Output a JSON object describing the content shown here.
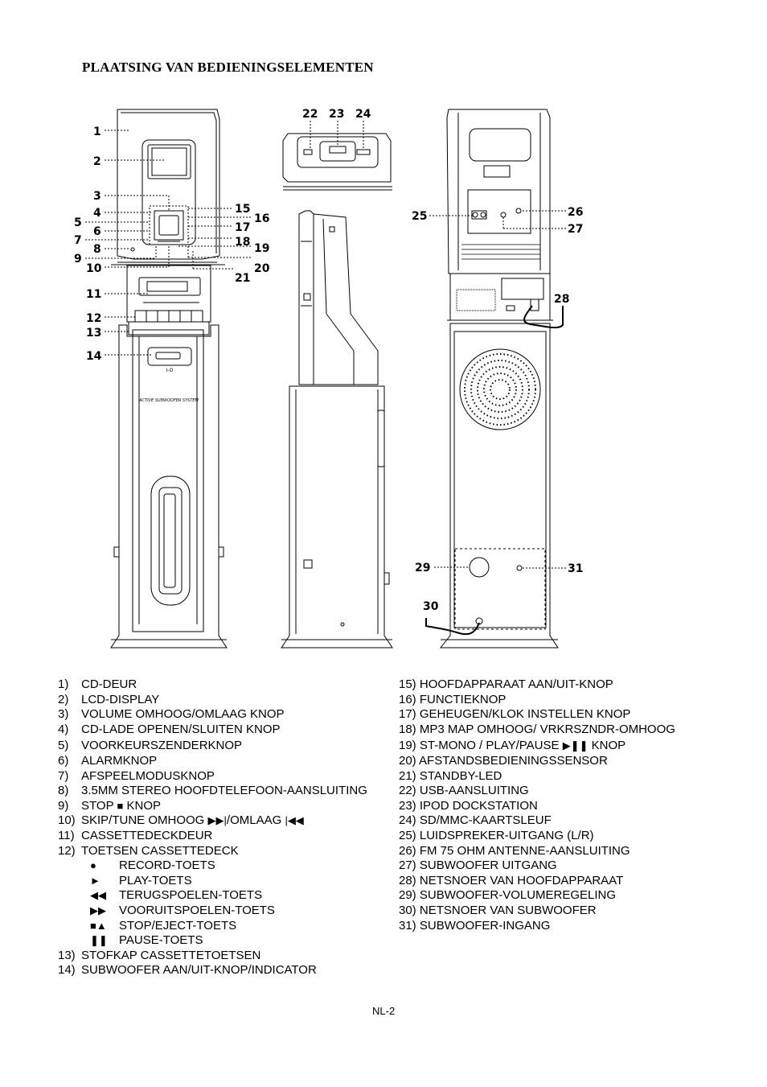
{
  "title": "PLAATSING VAN BEDIENINGSELEMENTEN",
  "callouts": [
    "1",
    "2",
    "3",
    "4",
    "5",
    "6",
    "7",
    "8",
    "9",
    "10",
    "11",
    "12",
    "13",
    "14",
    "15",
    "16",
    "17",
    "18",
    "19",
    "20",
    "21",
    "22",
    "23",
    "24",
    "25",
    "26",
    "27",
    "28",
    "29",
    "30",
    "31"
  ],
  "front_label_text": "ACTIVE SUBWOOFER SYSTEM",
  "front_switch_text": "I-O",
  "left_list": [
    {
      "num": "1)",
      "text": "CD-DEUR"
    },
    {
      "num": "2)",
      "text": "LCD-DISPLAY"
    },
    {
      "num": "3)",
      "text": "VOLUME OMHOOG/OMLAAG KNOP"
    },
    {
      "num": "4)",
      "text": "CD-LADE OPENEN/SLUITEN KNOP"
    },
    {
      "num": "5)",
      "text": "VOORKEURSZENDERKNOP"
    },
    {
      "num": "6)",
      "text": "ALARMKNOP"
    },
    {
      "num": "7)",
      "text": "AFSPEELMODUSKNOP"
    },
    {
      "num": "8)",
      "text": "3.5MM STEREO HOOFDTELEFOON-AANSLUITING"
    },
    {
      "num": "9)",
      "text": "STOP",
      "icon": "■",
      "text2": "KNOP"
    },
    {
      "num": "10)",
      "text": "SKIP/TUNE OMHOOG",
      "icon": "▶▶|",
      "text2": "/OMLAAG",
      "icon2": "|◀◀"
    },
    {
      "num": "11)",
      "text": "CASSETTEDECKDEUR"
    },
    {
      "num": "12)",
      "text": "TOETSEN CASSETTEDECK"
    }
  ],
  "cassette_keys": [
    {
      "symbol": "●",
      "text": "RECORD-TOETS"
    },
    {
      "symbol": "►",
      "text": "PLAY-TOETS"
    },
    {
      "symbol": "◀◀",
      "text": "TERUGSPOELEN-TOETS"
    },
    {
      "symbol": "▶▶",
      "text": "VOORUITSPOELEN-TOETS"
    },
    {
      "symbol": "■▲",
      "text": "STOP/EJECT-TOETS"
    },
    {
      "symbol": "❚❚",
      "text": "PAUSE-TOETS"
    }
  ],
  "left_list_tail": [
    {
      "num": "13)",
      "text": "STOFKAP CASSETTETOETSEN"
    },
    {
      "num": "14)",
      "text": "SUBWOOFER AAN/UIT-KNOP/INDICATOR"
    }
  ],
  "right_list": [
    {
      "num": "15)",
      "text": "HOOFDAPPARAAT AAN/UIT-KNOP"
    },
    {
      "num": "16)",
      "text": "FUNCTIEKNOP"
    },
    {
      "num": "17)",
      "text": "GEHEUGEN/KLOK INSTELLEN KNOP"
    },
    {
      "num": "18)",
      "text": "MP3 MAP OMHOOG/ VRKRSZNDR-OMHOOG"
    },
    {
      "num": "19)",
      "text": "ST-MONO / PLAY/PAUSE",
      "icon": "▶❚❚",
      "text2": "KNOP"
    },
    {
      "num": "20)",
      "text": "AFSTANDSBEDIENINGSSENSOR"
    },
    {
      "num": "21)",
      "text": "STANDBY-LED"
    },
    {
      "num": "22)",
      "text": "USB-AANSLUITING"
    },
    {
      "num": "23)",
      "text": "IPOD DOCKSTATION"
    },
    {
      "num": "24)",
      "text": "SD/MMC-KAARTSLEUF"
    },
    {
      "num": "25)",
      "text": "LUIDSPREKER-UITGANG (L/R)"
    },
    {
      "num": "26)",
      "text": "FM 75 OHM ANTENNE-AANSLUITING"
    },
    {
      "num": "27)",
      "text": "SUBWOOFER UITGANG"
    },
    {
      "num": "28)",
      "text": "NETSNOER VAN HOOFDAPPARAAT"
    },
    {
      "num": "29)",
      "text": "SUBWOOFER-VOLUMEREGELING"
    },
    {
      "num": "30)",
      "text": "NETSNOER VAN SUBWOOFER"
    },
    {
      "num": "31)",
      "text": "SUBWOOFER-INGANG"
    }
  ],
  "footer": "NL-2"
}
